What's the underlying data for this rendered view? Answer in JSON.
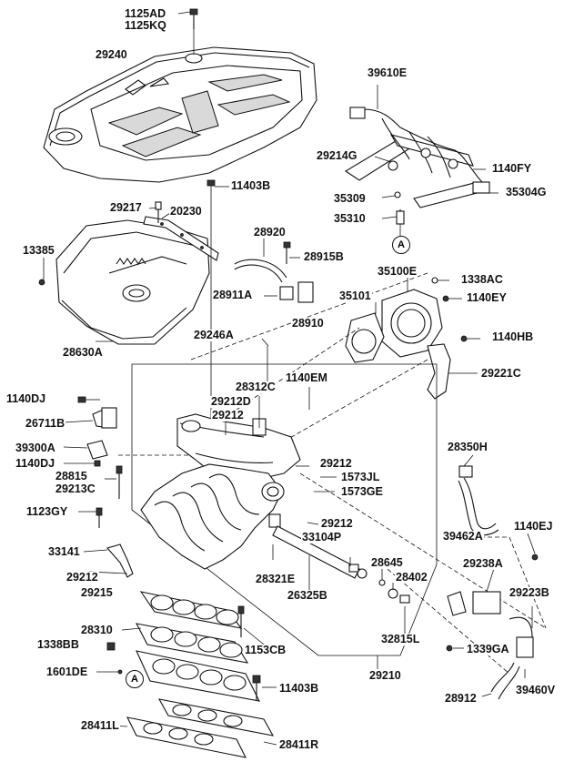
{
  "parts": [
    {
      "key": "p1125AD",
      "label": "1125AD"
    },
    {
      "key": "p1125KQ",
      "label": "1125KQ"
    },
    {
      "key": "p29240",
      "label": "29240"
    },
    {
      "key": "p39610E",
      "label": "39610E"
    },
    {
      "key": "p29214G",
      "label": "29214G"
    },
    {
      "key": "p1140FY",
      "label": "1140FY"
    },
    {
      "key": "p35309",
      "label": "35309"
    },
    {
      "key": "p35304G",
      "label": "35304G"
    },
    {
      "key": "p35310",
      "label": "35310"
    },
    {
      "key": "p11403B_top",
      "label": "11403B"
    },
    {
      "key": "p29217",
      "label": "29217"
    },
    {
      "key": "p20230",
      "label": "20230"
    },
    {
      "key": "p13385",
      "label": "13385"
    },
    {
      "key": "p28920",
      "label": "28920"
    },
    {
      "key": "p28915B",
      "label": "28915B"
    },
    {
      "key": "p35100E",
      "label": "35100E"
    },
    {
      "key": "p1338AC",
      "label": "1338AC"
    },
    {
      "key": "p28911A",
      "label": "28911A"
    },
    {
      "key": "p35101",
      "label": "35101"
    },
    {
      "key": "p1140EY",
      "label": "1140EY"
    },
    {
      "key": "p28910",
      "label": "28910"
    },
    {
      "key": "p28630A",
      "label": "28630A"
    },
    {
      "key": "p29246A",
      "label": "29246A"
    },
    {
      "key": "p1140HB",
      "label": "1140HB"
    },
    {
      "key": "p29221C",
      "label": "29221C"
    },
    {
      "key": "p28312C",
      "label": "28312C"
    },
    {
      "key": "p1140EM",
      "label": "1140EM"
    },
    {
      "key": "p1140DJ_a",
      "label": "1140DJ"
    },
    {
      "key": "p29212D",
      "label": "29212D"
    },
    {
      "key": "p29212_a",
      "label": "29212"
    },
    {
      "key": "p26711B",
      "label": "26711B"
    },
    {
      "key": "p39300A",
      "label": "39300A"
    },
    {
      "key": "p28350H",
      "label": "28350H"
    },
    {
      "key": "p1140DJ_b",
      "label": "1140DJ"
    },
    {
      "key": "p29212_b",
      "label": "29212"
    },
    {
      "key": "p28815",
      "label": "28815"
    },
    {
      "key": "p1573JL",
      "label": "1573JL"
    },
    {
      "key": "p29213C",
      "label": "29213C"
    },
    {
      "key": "p1573GE",
      "label": "1573GE"
    },
    {
      "key": "p1123GY",
      "label": "1123GY"
    },
    {
      "key": "p29212_c",
      "label": "29212"
    },
    {
      "key": "p1140EJ",
      "label": "1140EJ"
    },
    {
      "key": "p33104P",
      "label": "33104P"
    },
    {
      "key": "p39462A",
      "label": "39462A"
    },
    {
      "key": "p33141",
      "label": "33141"
    },
    {
      "key": "p28645",
      "label": "28645"
    },
    {
      "key": "p29238A",
      "label": "29238A"
    },
    {
      "key": "p28321E",
      "label": "28321E"
    },
    {
      "key": "p28402",
      "label": "28402"
    },
    {
      "key": "p29212_d",
      "label": "29212"
    },
    {
      "key": "p29215",
      "label": "29215"
    },
    {
      "key": "p26325B",
      "label": "26325B"
    },
    {
      "key": "p29223B",
      "label": "29223B"
    },
    {
      "key": "p28310",
      "label": "28310"
    },
    {
      "key": "p32815L",
      "label": "32815L"
    },
    {
      "key": "p1338BB",
      "label": "1338BB"
    },
    {
      "key": "p1153CB",
      "label": "1153CB"
    },
    {
      "key": "p1339GA",
      "label": "1339GA"
    },
    {
      "key": "p1601DE",
      "label": "1601DE"
    },
    {
      "key": "p29210",
      "label": "29210"
    },
    {
      "key": "p11403B_bot",
      "label": "11403B"
    },
    {
      "key": "p28912",
      "label": "28912"
    },
    {
      "key": "p39460V",
      "label": "39460V"
    },
    {
      "key": "p28411L",
      "label": "28411L"
    },
    {
      "key": "p28411R",
      "label": "28411R"
    }
  ],
  "reference_marks": [
    {
      "key": "refA_top",
      "text": "A"
    },
    {
      "key": "refA_bottom",
      "text": "A"
    }
  ]
}
